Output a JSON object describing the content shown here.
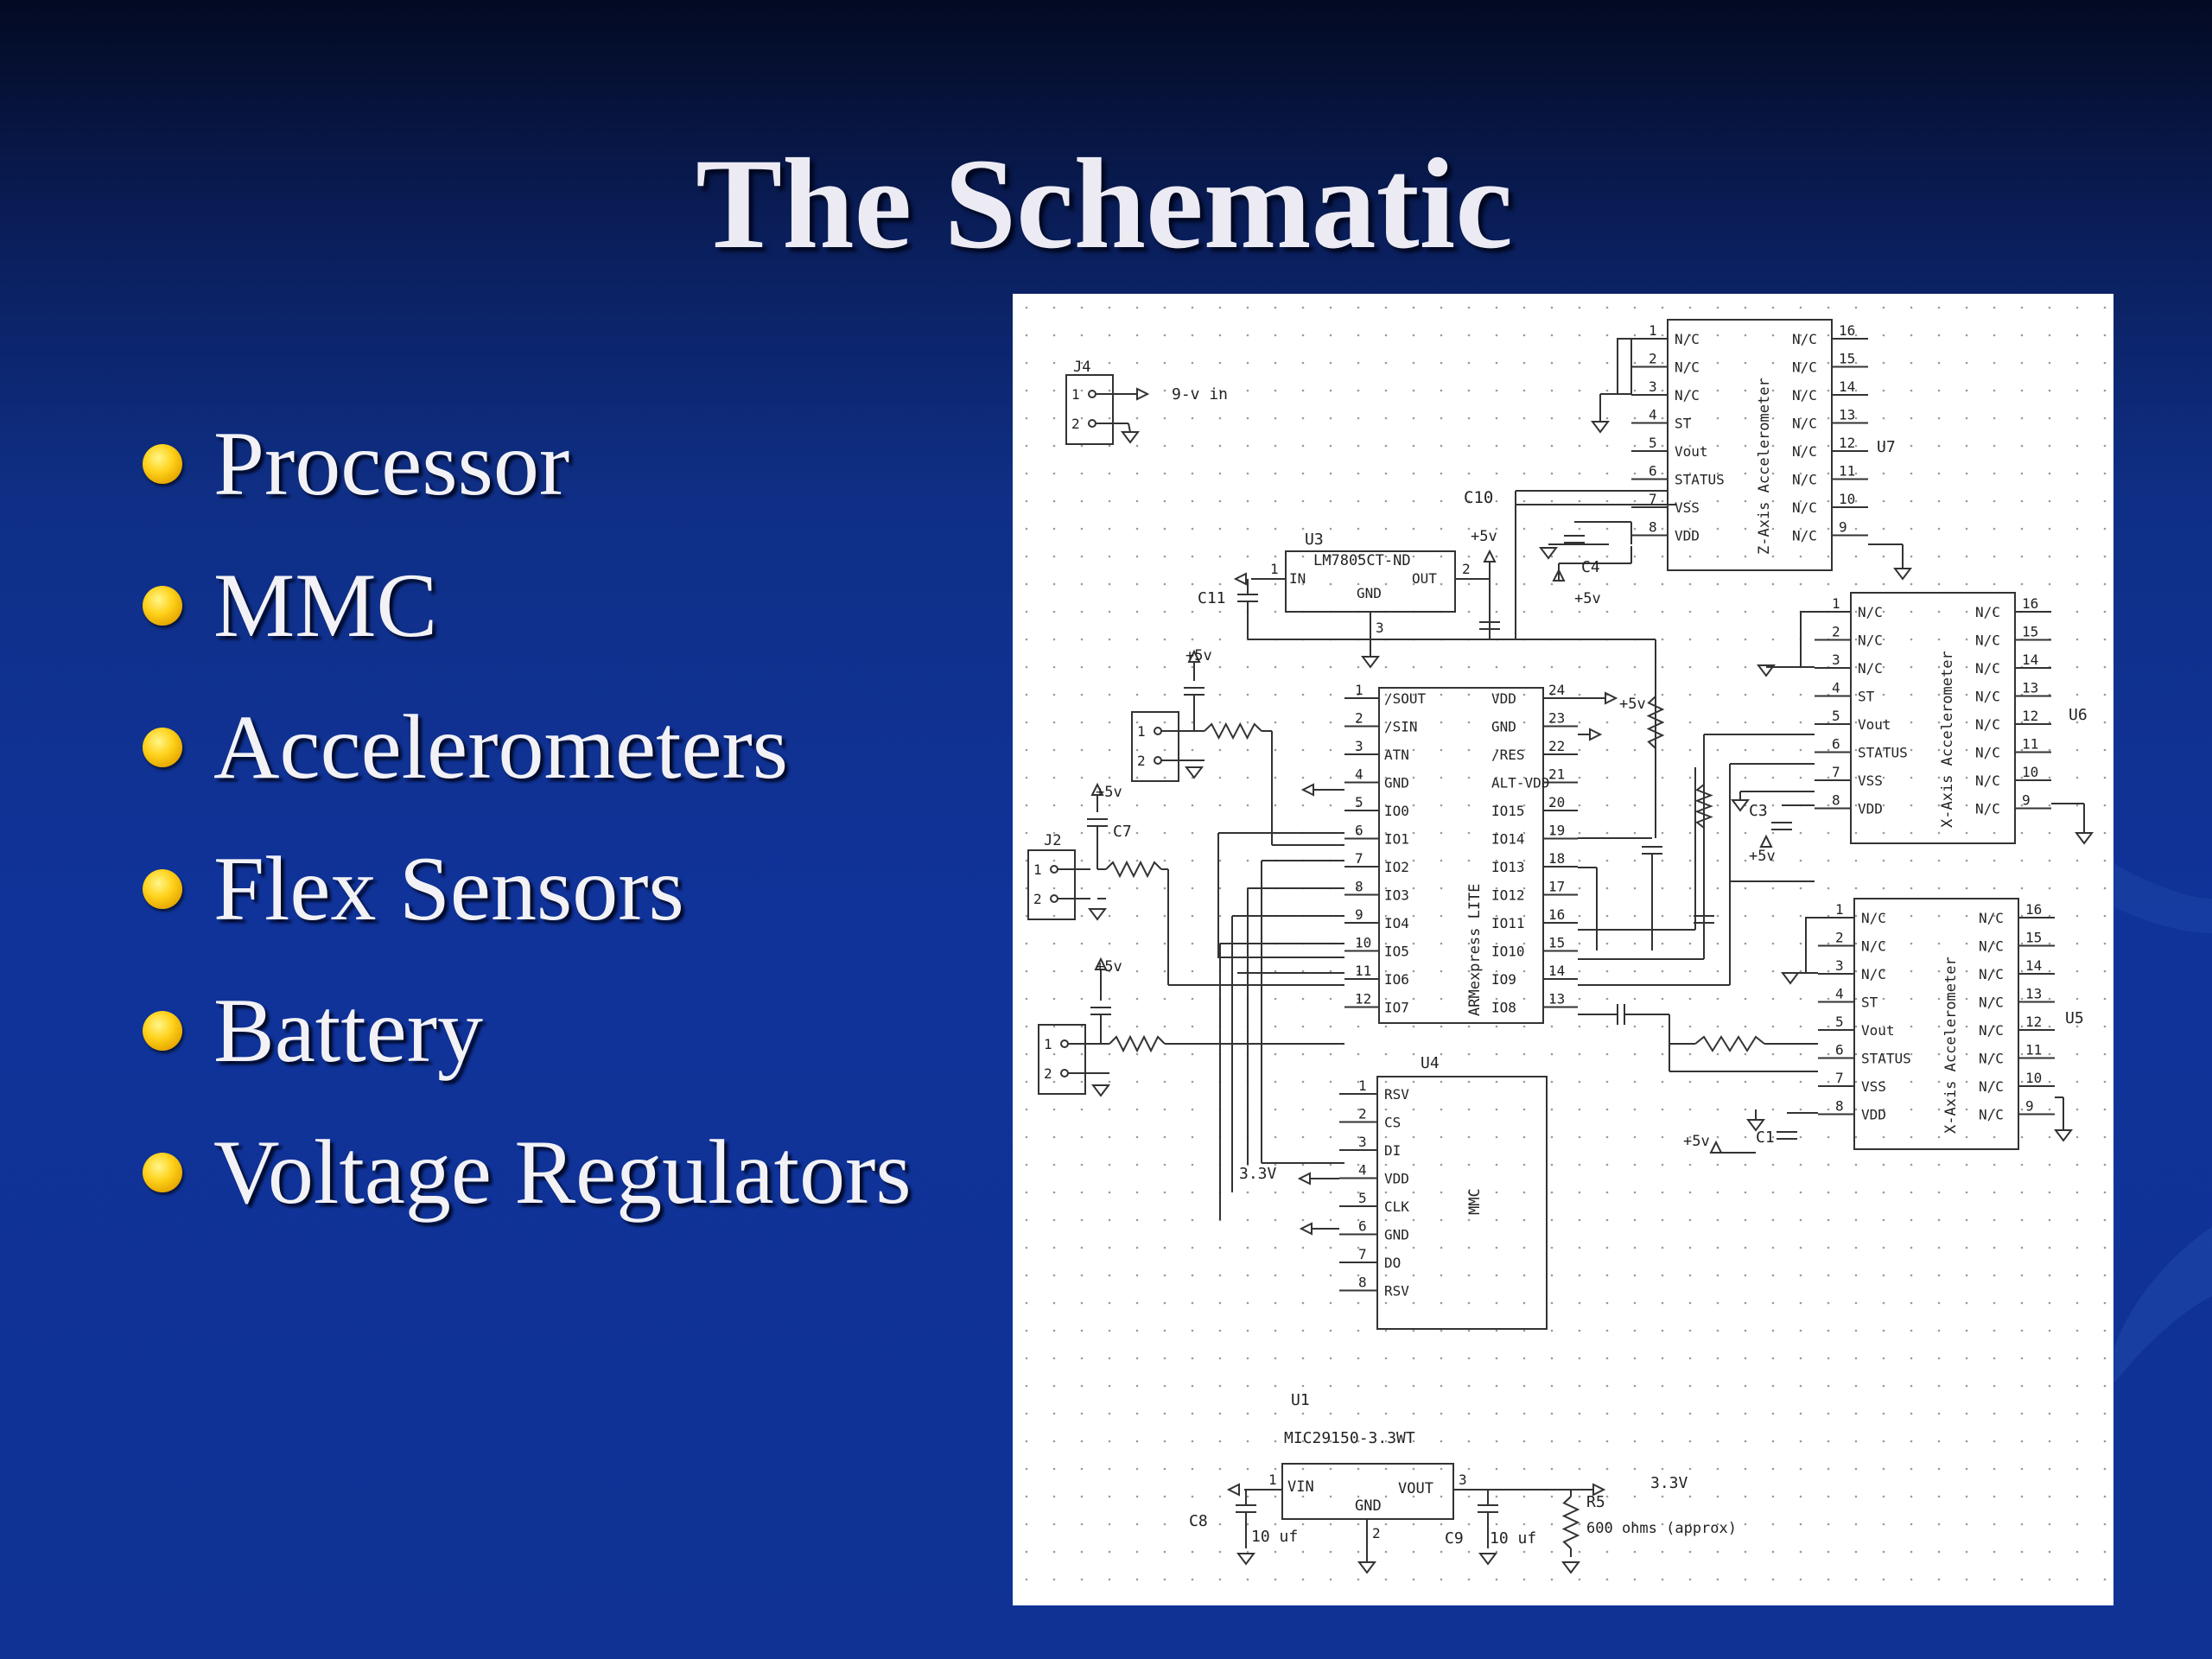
{
  "slide": {
    "title": "The Schematic",
    "bullets": [
      {
        "label": "Processor"
      },
      {
        "label": "MMC"
      },
      {
        "label": "Accelerometers"
      },
      {
        "label": "Flex Sensors"
      },
      {
        "label": "Battery"
      },
      {
        "label": "Voltage Regulators"
      }
    ],
    "accent_color": "#ffd21c",
    "background_color": "#10339a",
    "title_color": "#ecebf4"
  },
  "schematic": {
    "j4": {
      "ref": "J4",
      "net": "9-v in"
    },
    "c10": "C10",
    "u3": {
      "ref": "U3",
      "part": "LM7805CT-ND",
      "in": "IN",
      "out": "OUT",
      "gnd": "GND",
      "plus5": "+5v",
      "c11": "C11"
    },
    "u7": {
      "ref": "U7",
      "name": "Z-Axis Accelerometer"
    },
    "u6": {
      "ref": "U6",
      "name": "X-Axis Accelerometer"
    },
    "u5": {
      "ref": "U5",
      "name": "X-Axis Accelerometer"
    },
    "acc_left": [
      "N/C",
      "N/C",
      "N/C",
      "ST",
      "Vout",
      "STATUS",
      "VSS",
      "VDD"
    ],
    "acc_right": [
      "N/C",
      "N/C",
      "N/C",
      "N/C",
      "N/C",
      "N/C",
      "N/C",
      "N/C"
    ],
    "caps": {
      "c4": "C4",
      "c3": "C3",
      "c1": "C1",
      "c7": "C7",
      "c8": "C8",
      "c9": "C9"
    },
    "plus5": "+5v",
    "j2": "J2",
    "arm": {
      "name": "ARMexpress LITE",
      "left": [
        "/SOUT",
        "/SIN",
        "ATN",
        "GND",
        "IO0",
        "IO1",
        "IO2",
        "IO3",
        "IO4",
        "IO5",
        "IO6",
        "IO7"
      ],
      "right": [
        "VDD",
        "GND",
        "/RES",
        "ALT-VDD",
        "IO15",
        "IO14",
        "IO13",
        "IO12",
        "IO11",
        "IO10",
        "IO9",
        "IO8"
      ]
    },
    "u4": {
      "ref": "U4",
      "name": "MMC",
      "pins": [
        "RSV",
        "CS",
        "DI",
        "VDD",
        "CLK",
        "GND",
        "DO",
        "RSV"
      ],
      "v33": "3.3V"
    },
    "u1": {
      "ref": "U1",
      "part": "MIC29150-3.3WT",
      "vin": "VIN",
      "vout": "VOUT",
      "gnd": "GND",
      "v33": "3.3V",
      "c8val": "10 uf",
      "c9val": "10 uf",
      "r5": "R5",
      "r5val": "600 ohms  (approx)"
    }
  }
}
